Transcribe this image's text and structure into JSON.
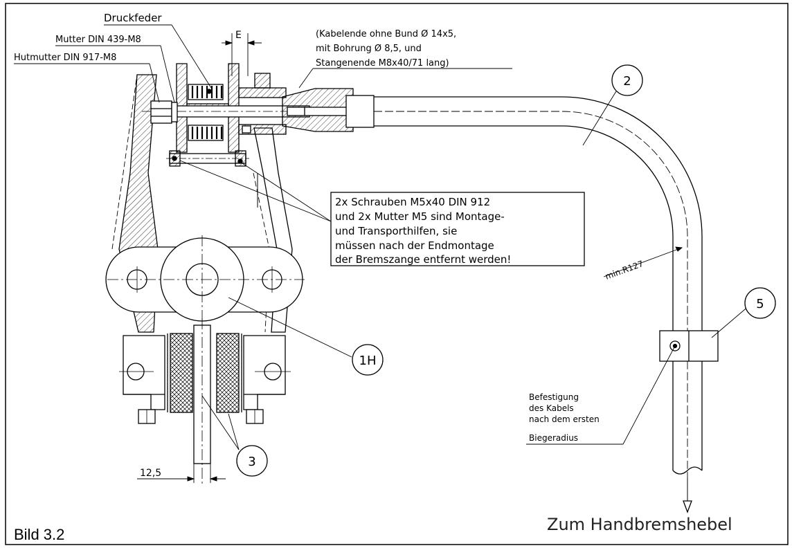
{
  "labels": {
    "druckfeder": "Druckfeder",
    "mutter": "Mutter DIN 439-M8",
    "hutmutter": "Hutmutter DIN 917-M8",
    "dim_e": "E",
    "cable_note": [
      "(Kabelende ohne Bund Ø 14x5,",
      "mit Bohrung Ø 8,5, und",
      "Stangenende M8x40/71 lang)"
    ],
    "screw_note": [
      "2x Schrauben M5x40 DIN 912",
      "und 2x Mutter M5 sind Montage-",
      "und Transporthilfen, sie",
      "müssen nach der Endmontage",
      "der Bremszange entfernt werden!"
    ],
    "radius": "min.R127",
    "fastening_note": [
      "Befestigung",
      "des Kabels",
      "nach dem ersten",
      "Biegeradius"
    ],
    "dim_12_5": "12,5",
    "handbrake": "Zum Handbremshebel",
    "caption": "Bild 3.2"
  },
  "balloons": {
    "b1": "1H",
    "b2": "2",
    "b3": "3",
    "b5": "5"
  }
}
